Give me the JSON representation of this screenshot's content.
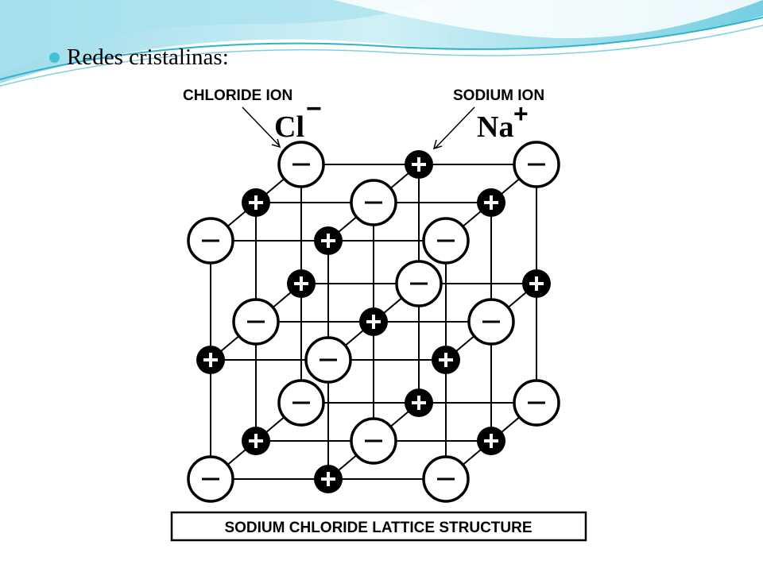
{
  "slide": {
    "bullet_text": "Redes cristalinas:"
  },
  "figure": {
    "chloride_label": "CHLORIDE ION",
    "chloride_symbol": "Cl",
    "chloride_charge": "−",
    "sodium_label": "SODIUM ION",
    "sodium_symbol": "Na",
    "sodium_charge": "+",
    "caption": "SODIUM CHLORIDE LATTICE STRUCTURE"
  },
  "colors": {
    "wave_dark": "#2fb3cc",
    "wave_light": "#bfe9f2",
    "bullet": "#3fc1d6"
  }
}
